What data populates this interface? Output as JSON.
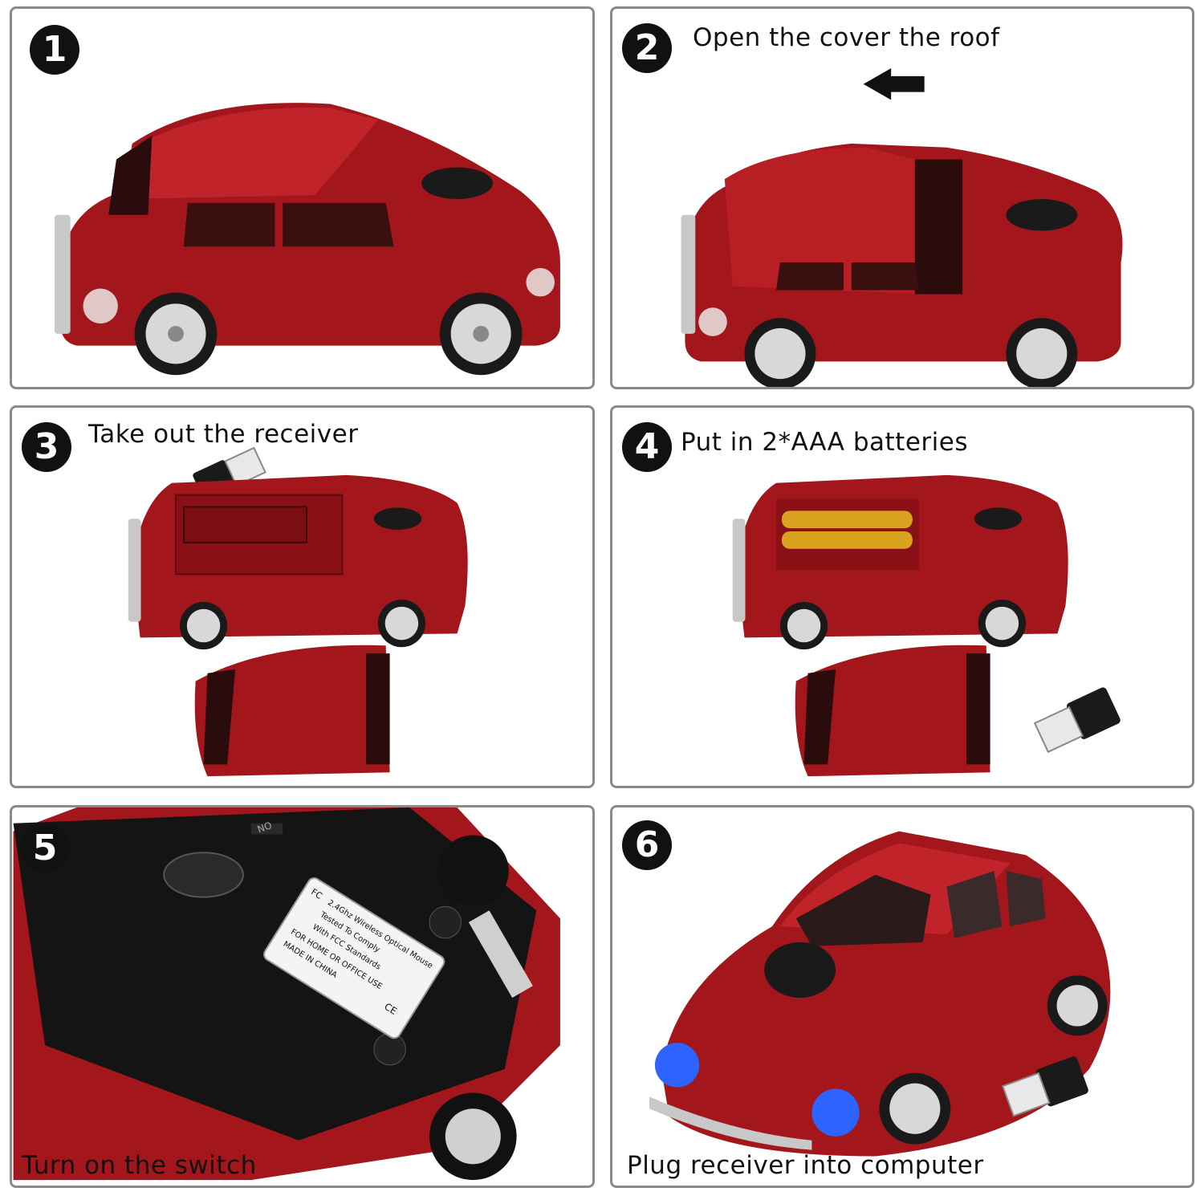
{
  "panels": [
    {
      "number": "1",
      "caption": ""
    },
    {
      "number": "2",
      "caption": "Open the cover the roof"
    },
    {
      "number": "3",
      "caption": "Take out the receiver"
    },
    {
      "number": "4",
      "caption": "Put in 2*AAA batteries"
    },
    {
      "number": "5",
      "caption": "Turn on the switch"
    },
    {
      "number": "6",
      "caption": "Plug receiver into computer"
    }
  ],
  "mouse_label": {
    "line1": "2.4Ghz Wireless Optical Mouse",
    "line2": "Tested To Comply",
    "line3": "With FCC Standards",
    "line4": "FOR HOME OR OFFICE USE",
    "line5": "MADE IN CHINA",
    "fcc_mark": "FC",
    "ce_mark": "CE"
  },
  "switch_label": "ON",
  "colors": {
    "car": "#a3161c",
    "border": "#8a8a8a",
    "badge": "#111111",
    "led": "#2d63ff"
  }
}
